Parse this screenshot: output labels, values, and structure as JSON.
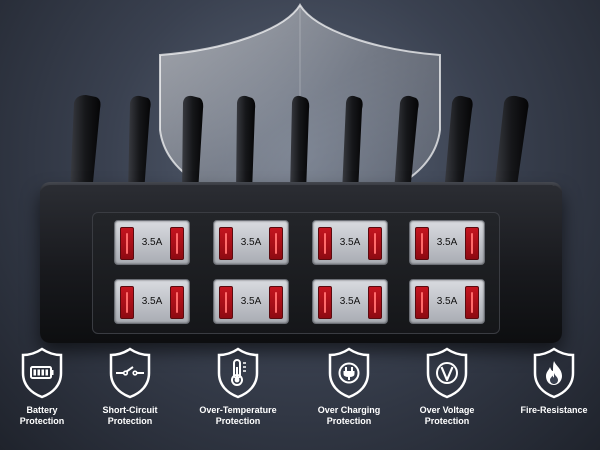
{
  "ports": {
    "rating": "3.5A",
    "rows": [
      [
        "3.5A",
        "3.5A",
        "3.5A",
        "3.5A"
      ],
      [
        "3.5A",
        "3.5A",
        "3.5A",
        "3.5A"
      ]
    ]
  },
  "features": [
    {
      "label": "Battery\nProtection",
      "icon": "battery-shield-icon"
    },
    {
      "label": "Short-Circuit\nProtection",
      "icon": "short-circuit-shield-icon"
    },
    {
      "label": "Over-Temperature\nProtection",
      "icon": "thermometer-shield-icon"
    },
    {
      "label": "Over Charging\nProtection",
      "icon": "plug-shield-icon"
    },
    {
      "label": "Over Voltage\nProtection",
      "icon": "voltage-shield-icon"
    },
    {
      "label": "Fire-Resistance",
      "icon": "flame-shield-icon"
    }
  ],
  "colors": {
    "port_red": "#c4151f",
    "icon_white": "#ffffff",
    "background": "#3a4150"
  }
}
